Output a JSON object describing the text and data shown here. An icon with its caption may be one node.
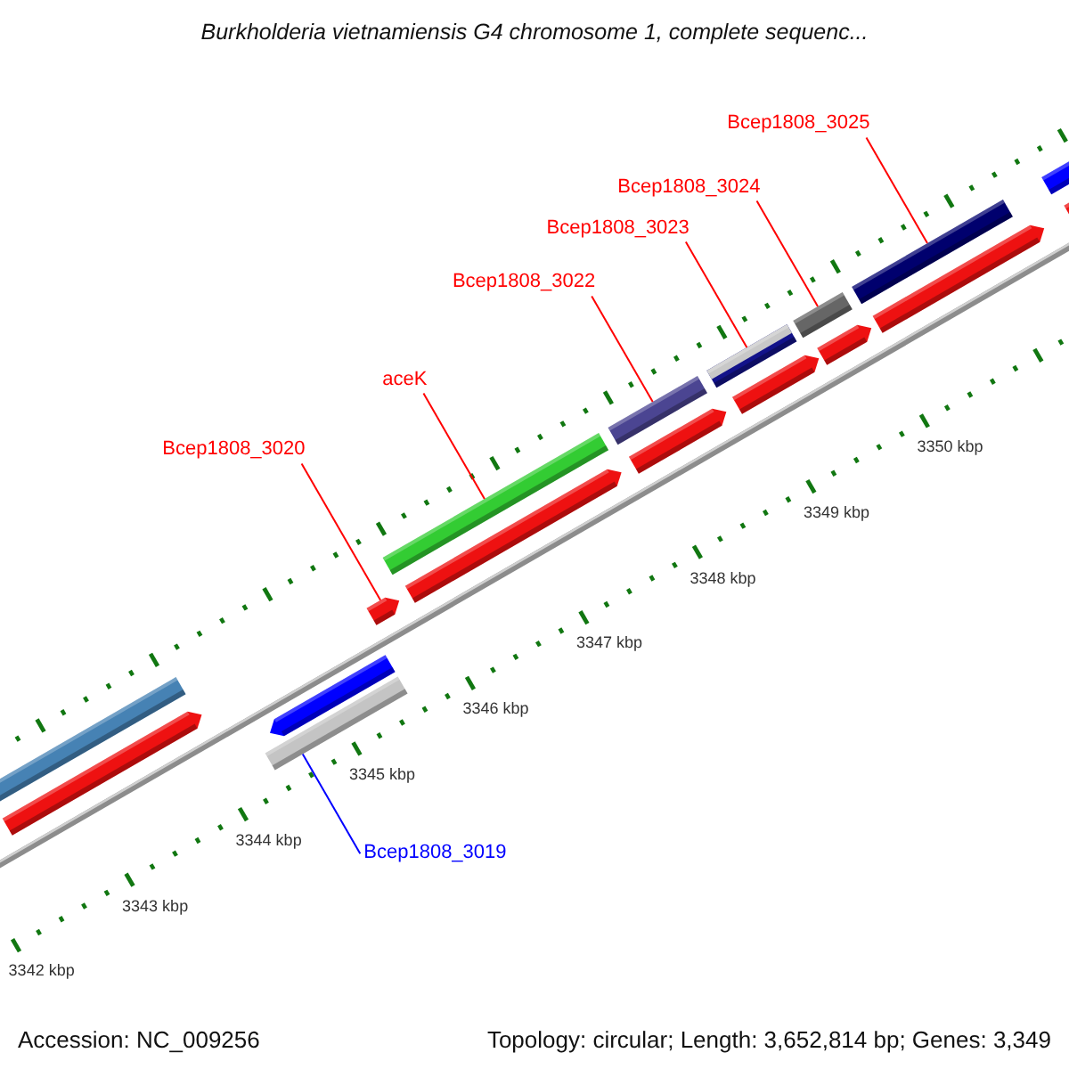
{
  "diagram": {
    "title": "Burkholderia vietnamiensis G4 chromosome 1, complete sequenc...",
    "nodes": [
      {
        "text": [
          "Bcep1808_3025"
        ]
      },
      {
        "text": [
          "Bcep1808_3024"
        ]
      },
      {
        "text": [
          "Bcep1808_3023"
        ]
      },
      {
        "text": [
          "Bcep1808_3022"
        ]
      },
      {
        "text": [
          "aceK"
        ]
      },
      {
        "text": [
          "Bcep1808_3020"
        ]
      },
      {
        "text": [
          "Bcep1808_3019"
        ]
      },
      {
        "text": [],
        "shape": "bar"
      },
      {
        "text": [],
        "shape": "bar"
      },
      {
        "text": [],
        "shape": "bar"
      },
      {
        "text": [],
        "shape": "bar"
      },
      {
        "text": [],
        "shape": "bar"
      },
      {
        "text": [],
        "shape": "bar"
      },
      {
        "text": [],
        "shape": "bar"
      }
    ],
    "edges": [
      {
        "from": 0,
        "to": 13,
        "arrow": "none"
      },
      {
        "from": 1,
        "to": 12,
        "arrow": "none"
      },
      {
        "from": 2,
        "to": 11,
        "arrow": "none"
      },
      {
        "from": 3,
        "to": 10,
        "arrow": "none"
      },
      {
        "from": 4,
        "to": 9,
        "arrow": "none"
      },
      {
        "from": 5,
        "to": 8,
        "arrow": "none"
      },
      {
        "from": 6,
        "to": 7,
        "arrow": "none",
        "color": "#0000ff"
      }
    ],
    "labels": [
      "3342 kbp",
      "3343 kbp",
      "3344 kbp",
      "3345 kbp",
      "3346 kbp",
      "3347 kbp",
      "3348 kbp",
      "3349 kbp",
      "3350 kbp",
      "Accession: NC_009256",
      "Topology: circular; Length: 3,652,814 bp; Genes: 3,349"
    ]
  }
}
